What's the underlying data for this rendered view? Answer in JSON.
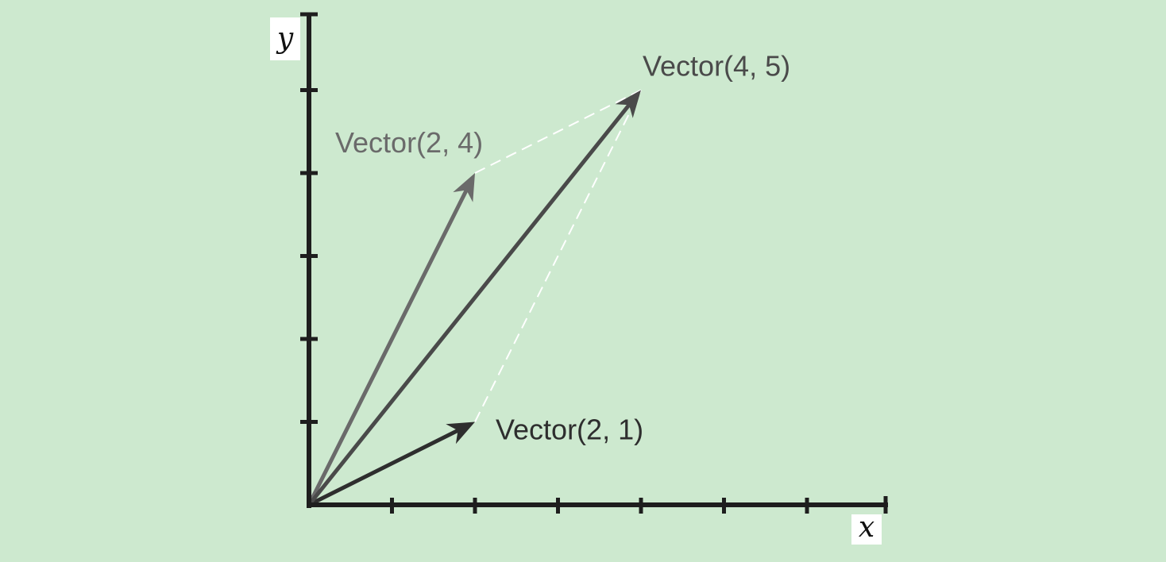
{
  "axes": {
    "x_label": "x",
    "y_label": "y",
    "x_ticks": [
      1,
      2,
      3,
      4,
      5,
      6
    ],
    "y_ticks": [
      1,
      2,
      3,
      4,
      5
    ]
  },
  "colors": {
    "background": "#cde9cf",
    "axis": "#1e1e1e",
    "guide": "#ffffff"
  },
  "chart_data": {
    "type": "vector-diagram",
    "vectors": [
      {
        "name": "Vector(2, 1)",
        "x": 2,
        "y": 1,
        "color": "#2e2e2e"
      },
      {
        "name": "Vector(2, 4)",
        "x": 2,
        "y": 4,
        "color": "#6a6a6a"
      },
      {
        "name": "Vector(4, 5)",
        "x": 4,
        "y": 5,
        "color": "#4a4a4a"
      }
    ],
    "guides": [
      {
        "from": [
          2,
          4
        ],
        "to": [
          4,
          5
        ]
      },
      {
        "from": [
          2,
          1
        ],
        "to": [
          4,
          5
        ]
      }
    ]
  }
}
